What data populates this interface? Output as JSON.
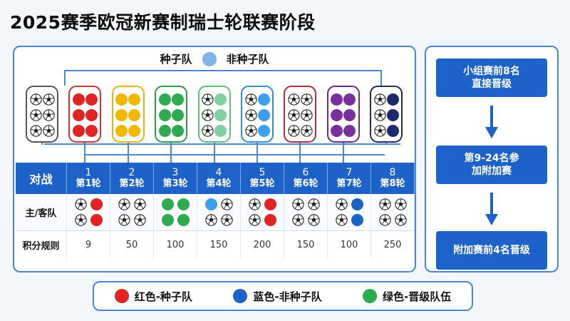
{
  "title": "2025赛季欧冠新赛制瑞士轮联赛阶段",
  "legend_top": {
    "seeded": "种子队",
    "unseeded": "非种子队",
    "unseeded_color": "#7fb3ea"
  },
  "groups": [
    {
      "border": "#555555",
      "balls": [
        "soccer",
        "soccer",
        "soccer",
        "soccer",
        "soccer",
        "soccer"
      ]
    },
    {
      "border": "#d32f2f",
      "balls": [
        "#e02424",
        "#e02424",
        "#e02424",
        "#e02424",
        "#e02424",
        "#e02424"
      ]
    },
    {
      "border": "#e8b20c",
      "balls": [
        "#f2b705",
        "#f2b705",
        "#f2b705",
        "#f2b705",
        "#f2b705",
        "#f2b705"
      ]
    },
    {
      "border": "#2e9d4a",
      "balls": [
        "#2eaa4f",
        "#2eaa4f",
        "#2eaa4f",
        "#2eaa4f",
        "#2eaa4f",
        "#2eaa4f"
      ]
    },
    {
      "border": "#5cbf7a",
      "balls": [
        "soccer",
        "#7fd0a0",
        "soccer",
        "#7fd0a0",
        "soccer",
        "#7fd0a0"
      ]
    },
    {
      "border": "#2f8fd8",
      "balls": [
        "soccer",
        "#3aa0ea",
        "soccer",
        "#3aa0ea",
        "soccer",
        "#3aa0ea"
      ]
    },
    {
      "border": "#b52a3d",
      "balls": [
        "soccer",
        "soccer",
        "soccer",
        "soccer",
        "soccer",
        "soccer"
      ]
    },
    {
      "border": "#6a2b8f",
      "balls": [
        "#7b2f9e",
        "#7b2f9e",
        "#7b2f9e",
        "#7b2f9e",
        "#7b2f9e",
        "#7b2f9e"
      ]
    },
    {
      "border": "#1d2a5c",
      "balls": [
        "soccer",
        "#1b2a6b",
        "soccer",
        "#1b2a6b",
        "soccer",
        "#1b2a6b"
      ]
    }
  ],
  "table": {
    "header_label": "对战",
    "rounds": [
      {
        "num": "1",
        "label": "第1轮"
      },
      {
        "num": "2",
        "label": "第2轮"
      },
      {
        "num": "3",
        "label": "第3轮"
      },
      {
        "num": "4",
        "label": "第4轮"
      },
      {
        "num": "5",
        "label": "第5轮"
      },
      {
        "num": "6",
        "label": "第6轮"
      },
      {
        "num": "7",
        "label": "第7轮"
      },
      {
        "num": "8",
        "label": "第8轮"
      }
    ],
    "home_away_label": "主/客队",
    "home_away": [
      [
        "soccer",
        "#e02424",
        "soccer",
        "#e02424"
      ],
      [
        "soccer",
        "soccer",
        "soccer",
        "soccer"
      ],
      [
        "#2eaa4f",
        "#2eaa4f",
        "#2eaa4f",
        "#2eaa4f"
      ],
      [
        "#3aa0ea",
        "soccer",
        "soccer",
        "soccer"
      ],
      [
        "soccer",
        "#e02424",
        "soccer",
        "#e02424"
      ],
      [
        "soccer",
        "soccer",
        "soccer",
        "soccer"
      ],
      [
        "soccer",
        "#1d62c9",
        "soccer",
        "#1d62c9"
      ],
      [
        "soccer",
        "soccer",
        "soccer",
        "soccer"
      ]
    ],
    "points_label": "积分规则",
    "points": [
      "9",
      "50",
      "100",
      "150",
      "200",
      "150",
      "100",
      "250"
    ]
  },
  "flow": {
    "step1": "小组赛前8名\n直接晋级",
    "step2": "第9-24名参\n加附加赛",
    "step3": "附加赛前4名晋级"
  },
  "legend_bottom": [
    {
      "color": "#e02424",
      "label": "红色-种子队"
    },
    {
      "color": "#1d62c9",
      "label": "蓝色-非种子队"
    },
    {
      "color": "#2eaa4f",
      "label": "绿色-晋级队伍"
    }
  ],
  "accent_color": "#1d62c9"
}
